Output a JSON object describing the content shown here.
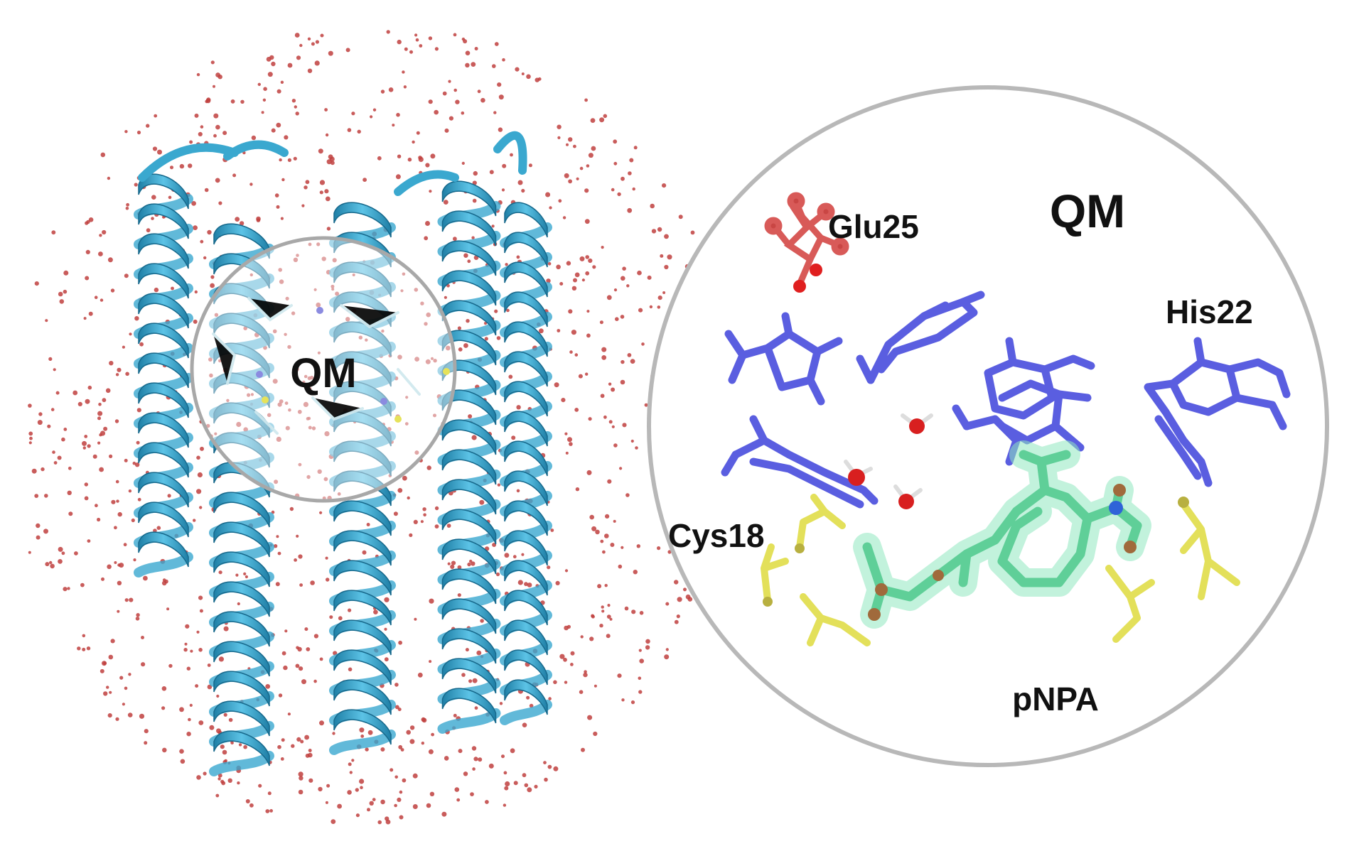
{
  "figure": {
    "left_panel": {
      "qm_region_label": "QM"
    },
    "right_panel": {
      "qm_title": "QM",
      "labels": {
        "glu": "Glu25",
        "his": "His22",
        "cys": "Cys18",
        "substrate": "pNPA"
      }
    },
    "colors": {
      "background": "#ffffff",
      "helix_ribbon": "#3aa8cf",
      "helix_highlight": "#8fd6ee",
      "water_dot": "#c0403e",
      "qm_circle_stroke": "#a8a8a8",
      "his_residue": "#5a5ee0",
      "cys_residue": "#e3e05a",
      "glu_residue": "#d85a58",
      "substrate": "#6ed8a8",
      "water_oxygen": "#d81f1f"
    }
  }
}
